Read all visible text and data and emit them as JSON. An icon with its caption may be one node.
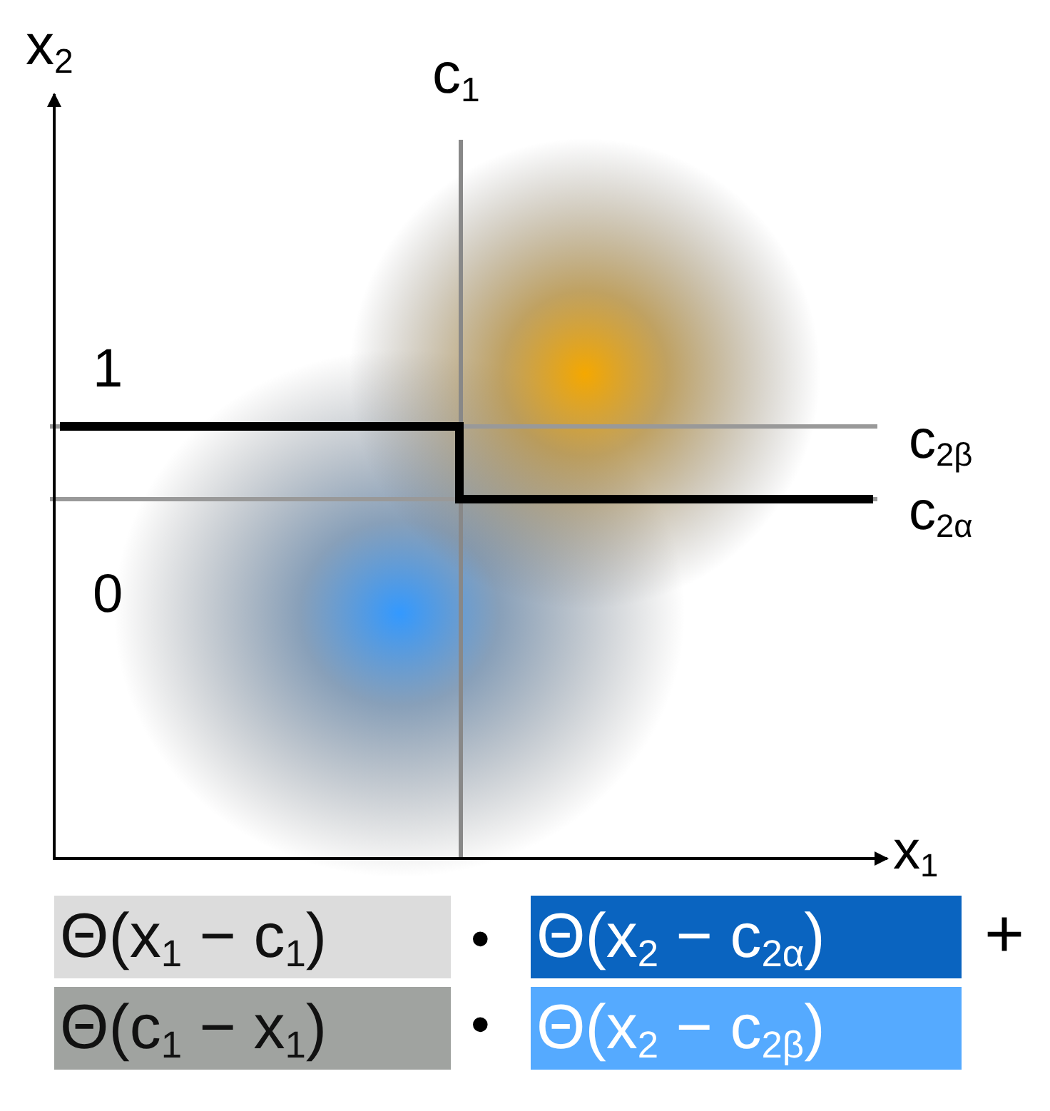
{
  "diagram": {
    "nodes": [
      {
        "text": [
          "Θ(x$_{1}$ − c$_{1}$)"
        ]
      },
      {
        "text": [
          "Θ(x$_{2}$ − c$_{2α}$)"
        ]
      },
      {
        "text": [
          "Θ(c$_{1}$ − x$_{1}$)"
        ]
      },
      {
        "text": [
          "Θ(x$_{2}$ − c$_{2β}$)"
        ]
      }
    ],
    "labels": [
      "x$_{2}$",
      "c$_{1}$",
      "1",
      "c$_{2β}$",
      "c$_{2α}$",
      "0",
      "x$_{1}$",
      "•",
      "+",
      "•"
    ]
  }
}
